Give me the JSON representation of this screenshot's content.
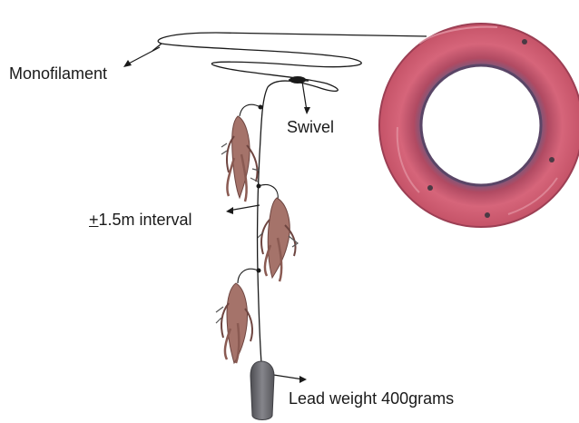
{
  "labels": {
    "monofilament": "Monofilament",
    "swivel": "Swivel",
    "interval_symbol": "+",
    "interval_text": "1.5m interval",
    "lead_weight": "Lead weight 400grams"
  },
  "colors": {
    "line": "#1a1a1a",
    "ring": "#c9576b",
    "ring_dark": "#8e3a4c",
    "ring_inner_shadow": "#6d4a6a",
    "lure": "#a5736a",
    "lure_dark": "#6e4540",
    "lead": "#6b6b70",
    "label": "#1a1a1a"
  },
  "icons": [
    "spool-ring-icon",
    "swivel-icon",
    "squid-jig-icon",
    "lead-weight-icon"
  ]
}
